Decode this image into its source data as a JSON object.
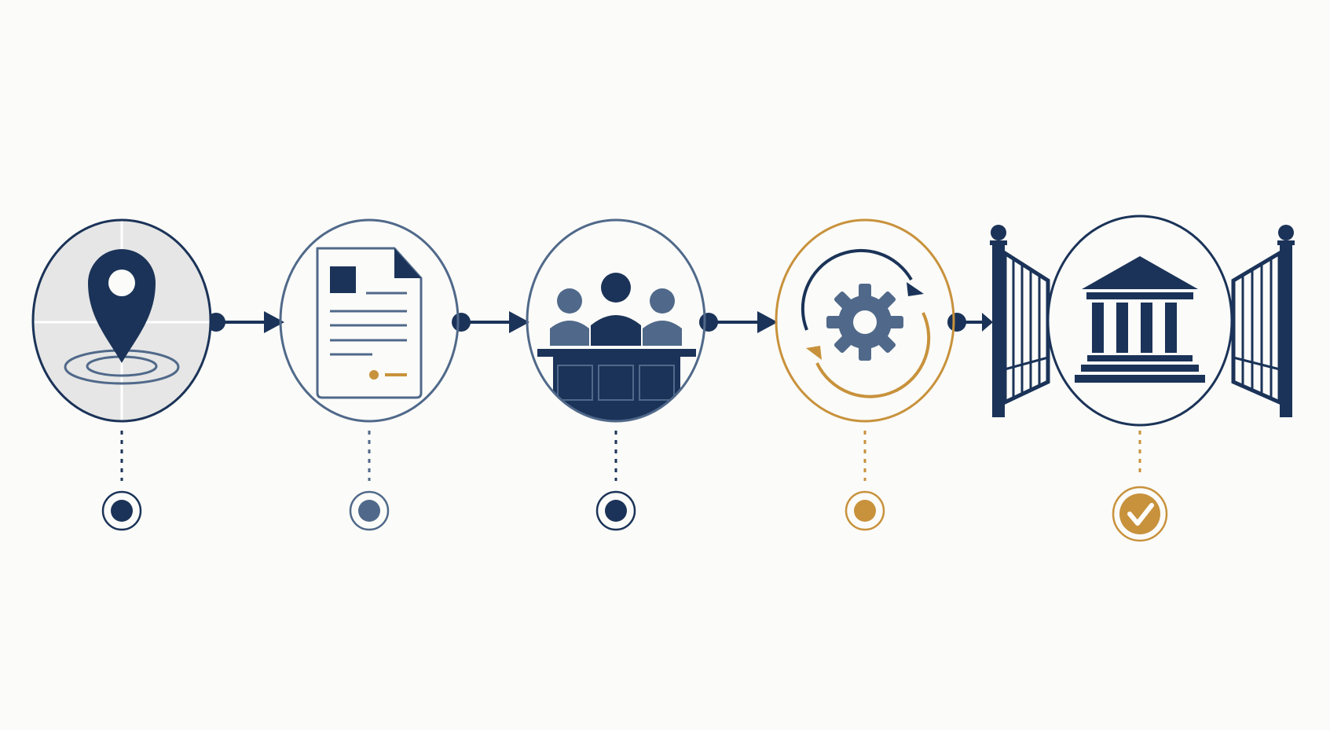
{
  "colors": {
    "background": "#fbfbf9",
    "navy": "#1b3358",
    "slate": "#50698a",
    "gold": "#c8923c",
    "light_gray": "#e6e6e6"
  },
  "steps": [
    {
      "icon": "location-pin-icon",
      "ring_color": "#1b3358",
      "marker": "dot",
      "marker_color": "#1b3358"
    },
    {
      "icon": "document-icon",
      "ring_color": "#50698a",
      "marker": "dot",
      "marker_color": "#50698a"
    },
    {
      "icon": "panel-group-icon",
      "ring_color": "#50698a",
      "marker": "dot",
      "marker_color": "#1b3358"
    },
    {
      "icon": "gear-cycle-icon",
      "ring_color": "#c8923c",
      "marker": "dot",
      "marker_color": "#c8923c"
    },
    {
      "icon": "courthouse-icon",
      "ring_color": "#1b3358",
      "marker": "check",
      "marker_color": "#c8923c"
    }
  ],
  "connectors": [
    {
      "from": 1,
      "to": 2,
      "icon": "arrow-right-icon"
    },
    {
      "from": 2,
      "to": 3,
      "icon": "arrow-right-icon"
    },
    {
      "from": 3,
      "to": 4,
      "icon": "arrow-right-icon"
    },
    {
      "from": 4,
      "to": 5,
      "icon": "arrow-right-icon"
    }
  ],
  "decorations": {
    "gate": "open-gate-icon"
  }
}
